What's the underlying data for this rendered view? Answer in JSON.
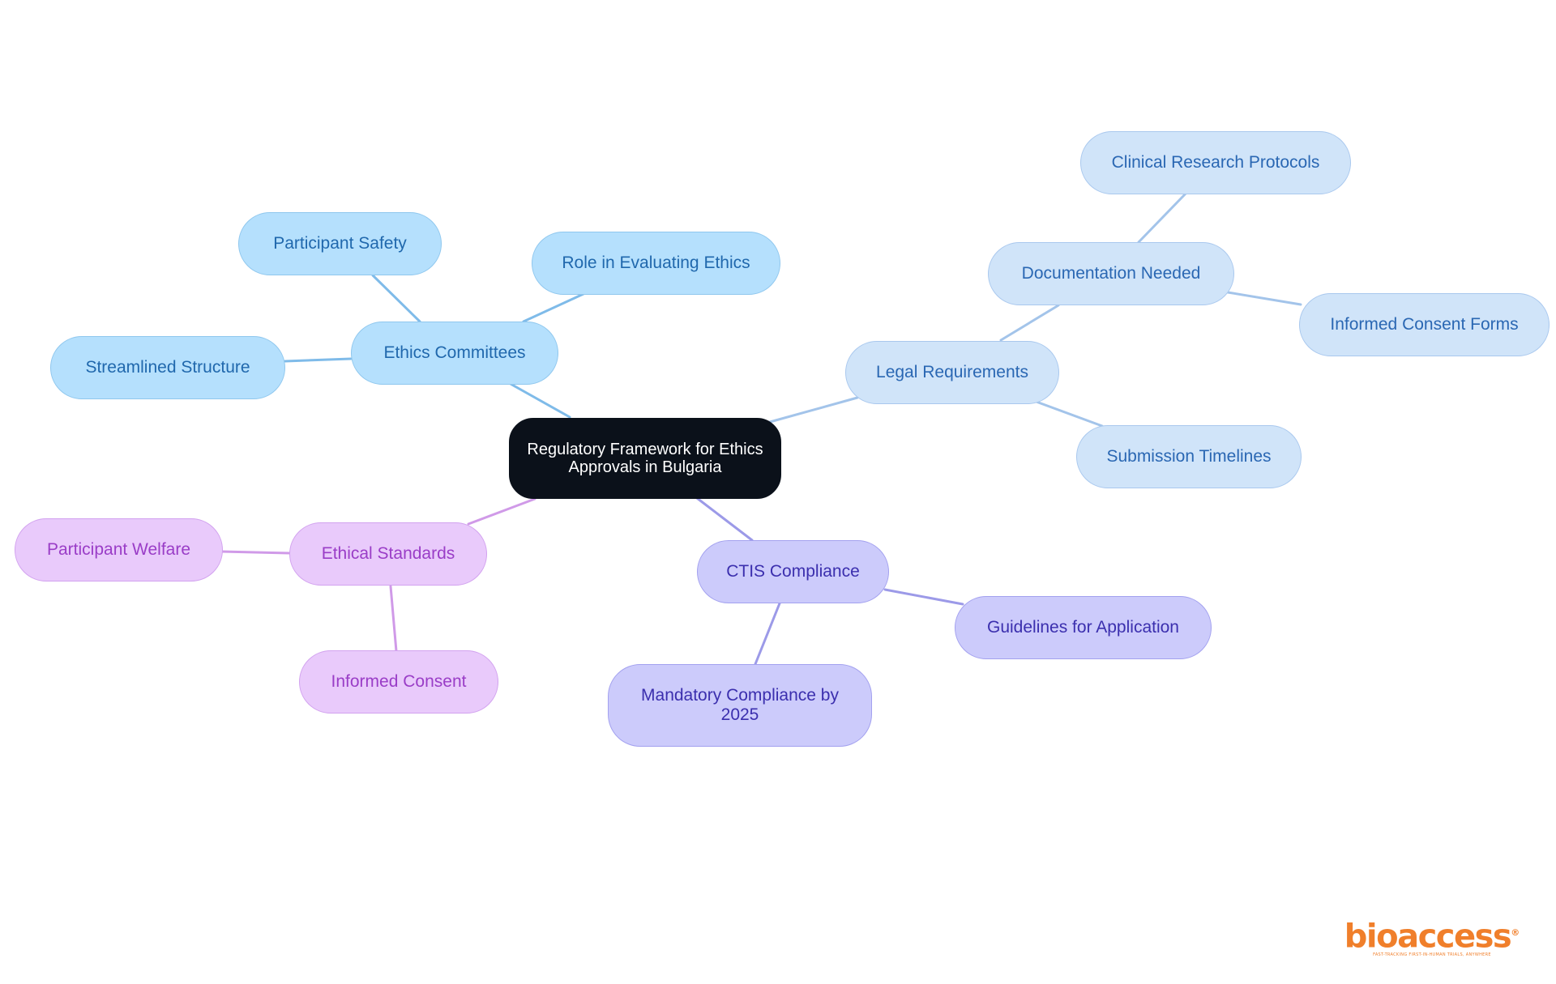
{
  "diagram": {
    "root": {
      "label": "Regulatory Framework for Ethics Approvals in Bulgaria"
    },
    "branches": {
      "ethics_committees": {
        "label": "Ethics Committees",
        "children": [
          "Participant Safety",
          "Role in Evaluating Ethics",
          "Streamlined Structure"
        ]
      },
      "legal_requirements": {
        "label": "Legal Requirements",
        "documentation": {
          "label": "Documentation Needed",
          "children": [
            "Clinical Research Protocols",
            "Informed Consent Forms"
          ]
        },
        "children": [
          "Submission Timelines"
        ]
      },
      "ctis_compliance": {
        "label": "CTIS Compliance",
        "children": [
          "Guidelines for Application",
          "Mandatory Compliance by 2025"
        ]
      },
      "ethical_standards": {
        "label": "Ethical Standards",
        "children": [
          "Participant Welfare",
          "Informed Consent"
        ]
      }
    },
    "colors": {
      "root_fill": "#0b111a",
      "ethics_committees": "#b5e0fd",
      "legal_requirements": "#d0e4f9",
      "ctis_compliance": "#cccbfb",
      "ethical_standards": "#e9cafb"
    }
  },
  "logo": {
    "wordmark": "bioaccess",
    "registered": "®",
    "tagline": "FAST-TRACKING FIRST-IN-HUMAN TRIALS, ANYWHERE"
  }
}
